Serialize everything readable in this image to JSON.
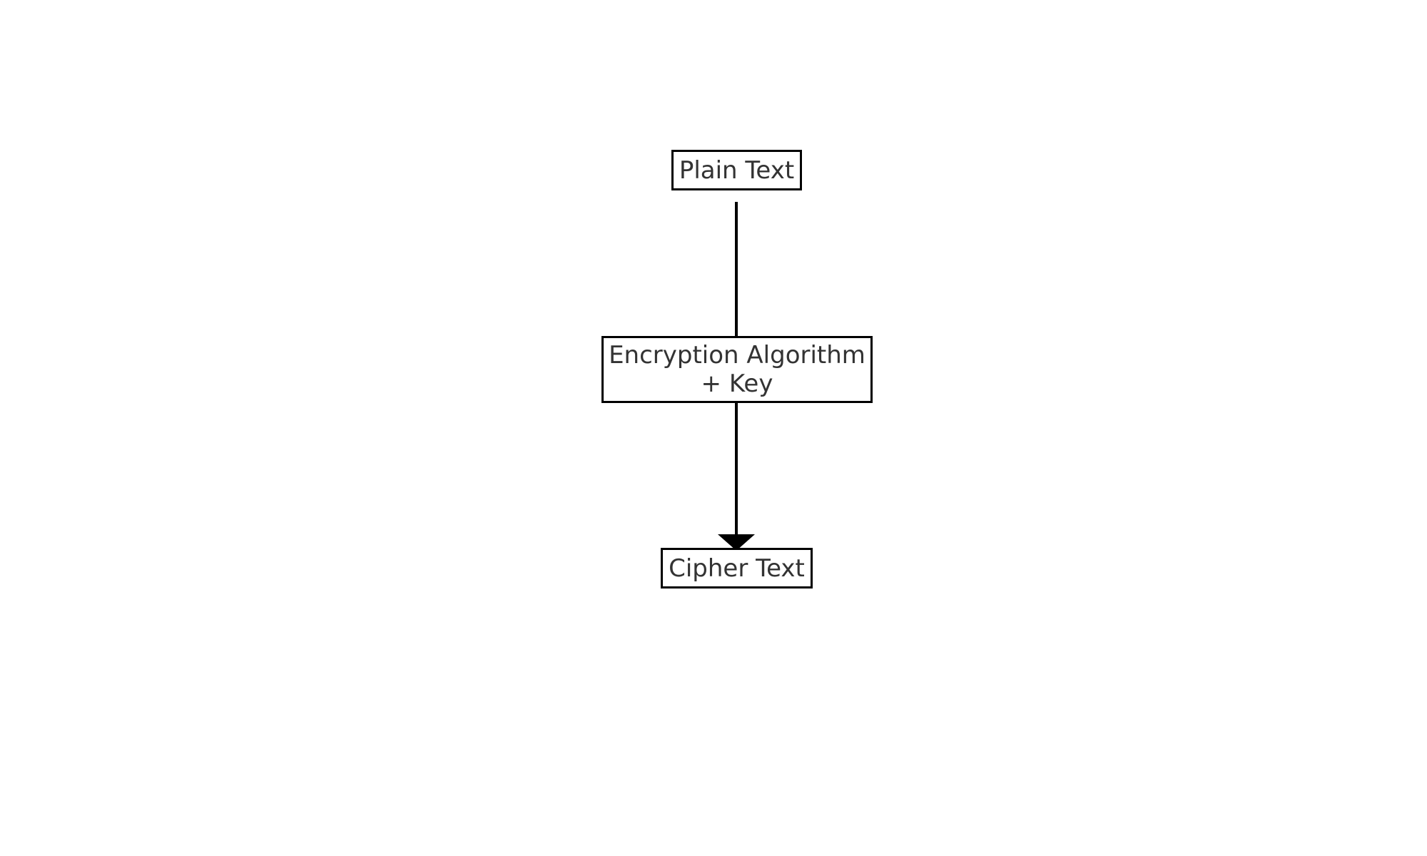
{
  "nodes": {
    "plain_text": {
      "lines": [
        "Plain Text"
      ]
    },
    "encryption": {
      "lines": [
        "Encryption Algorithm",
        "+ Key"
      ]
    },
    "cipher_text": {
      "lines": [
        "Cipher Text"
      ]
    }
  },
  "edges": [
    {
      "from": "plain_text",
      "to": "encryption",
      "arrow": false
    },
    {
      "from": "encryption",
      "to": "cipher_text",
      "arrow": true
    }
  ],
  "colors": {
    "stroke": "#000000",
    "text": "#333333",
    "background": "#ffffff"
  }
}
